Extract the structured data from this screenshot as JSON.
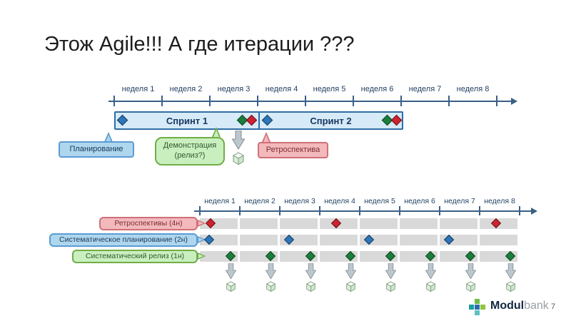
{
  "slide": {
    "title": "Этож Agile!!! А где итерации ???",
    "page_number": "7"
  },
  "top_timeline": {
    "weeks": [
      "неделя 1",
      "неделя 2",
      "неделя 3",
      "неделя 4",
      "неделя 5",
      "неделя 6",
      "неделя 7",
      "неделя 8"
    ],
    "sprint1": "Спринт 1",
    "sprint2": "Спринт 2",
    "planning_label": "Планирование",
    "demo_label": "Демонстрация (релиз?)",
    "retro_label": "Ретроспектива"
  },
  "bottom_timeline": {
    "weeks": [
      "неделя 1",
      "неделя 2",
      "неделя 3",
      "неделя 4",
      "неделя 5",
      "неделя 6",
      "неделя 7",
      "неделя 8"
    ],
    "retro_row_label": "Ретроспективы (4н)",
    "planning_row_label": "Систематическое планирование (2н)",
    "release_row_label": "Систематический релиз (1н)",
    "retro_marker_weeks": [
      1,
      4,
      8
    ],
    "planning_marker_weeks": [
      1,
      3,
      5,
      7
    ],
    "release_marker_weeks": [
      1,
      2,
      3,
      4,
      5,
      6,
      7,
      8
    ]
  },
  "logo": {
    "brand_bold": "Modul",
    "brand_light": "bank"
  },
  "colors": {
    "timeline": "#3a5f85",
    "sprint_fill": "#d6eaf8",
    "sprint_border": "#2e6da4",
    "diamond_blue": "#2e75b6",
    "diamond_green": "#1b7e3c",
    "diamond_red": "#cb2330",
    "callout_blue_fill": "#aed6ec",
    "callout_green_fill": "#caefbf",
    "callout_pink_fill": "#f3b9bc",
    "bar_gray": "#d9d9d9"
  }
}
